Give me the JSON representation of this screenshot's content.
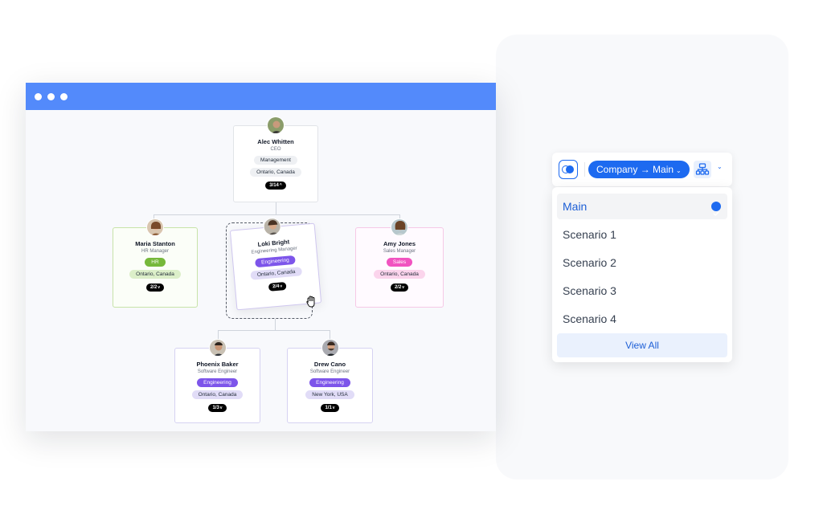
{
  "org_chart": {
    "root": {
      "name": "Alec Whitten",
      "role": "CEO",
      "tags": [
        "Management",
        "Ontario, Canada"
      ],
      "count": "3/14"
    },
    "children": [
      {
        "name": "Maria Stanton",
        "role": "HR Manager",
        "tags": [
          "HR",
          "Ontario, Canada"
        ],
        "count": "2/2"
      },
      {
        "name": "Loki Bright",
        "role": "Engineering Manager",
        "tags": [
          "Engineering",
          "Ontario, Canada"
        ],
        "count": "2/4"
      },
      {
        "name": "Amy Jones",
        "role": "Sales Manager",
        "tags": [
          "Sales",
          "Ontario, Canada"
        ],
        "count": "2/2"
      }
    ],
    "grandchildren": [
      {
        "name": "Phoenix Baker",
        "role": "Software Engineer",
        "tags": [
          "Engineering",
          "Ontario, Canada"
        ],
        "count": "1/3"
      },
      {
        "name": "Drew Cano",
        "role": "Software Engineer",
        "tags": [
          "Engineering",
          "New York, USA"
        ],
        "count": "1/1"
      }
    ]
  },
  "toolbar": {
    "path_label": "Company → Main",
    "org_icon": "org-structure-icon",
    "logo_icon": "app-logo-icon"
  },
  "menu": {
    "items": [
      "Main",
      "Scenario 1",
      "Scenario 2",
      "Scenario 3",
      "Scenario 4"
    ],
    "selected": "Main",
    "view_all": "View All"
  },
  "colors": {
    "accent": "#1d6af0",
    "titlebar": "#538afb",
    "hr": "#76b83b",
    "sales": "#f153c0",
    "engineering": "#7d55ea"
  }
}
